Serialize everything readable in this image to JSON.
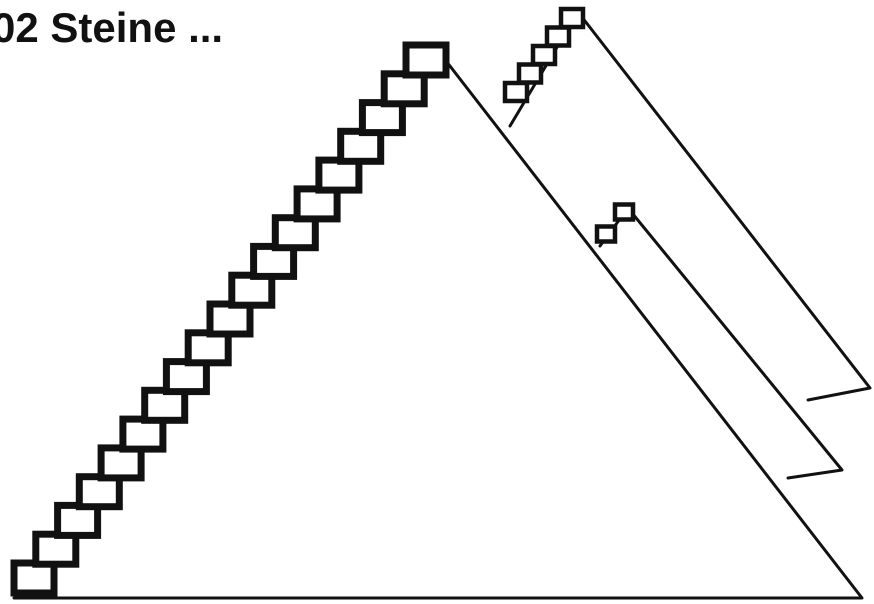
{
  "caption": {
    "text": "02 Steine ..."
  },
  "figure": {
    "shapes": [
      "pyramid",
      "pyramid",
      "pyramid"
    ],
    "main_pyramid_stair_steps": 19,
    "top_right_stair_steps": 5,
    "middle_stair_steps": 2,
    "ink_color": "#111111",
    "paper_color": "#ffffff"
  }
}
